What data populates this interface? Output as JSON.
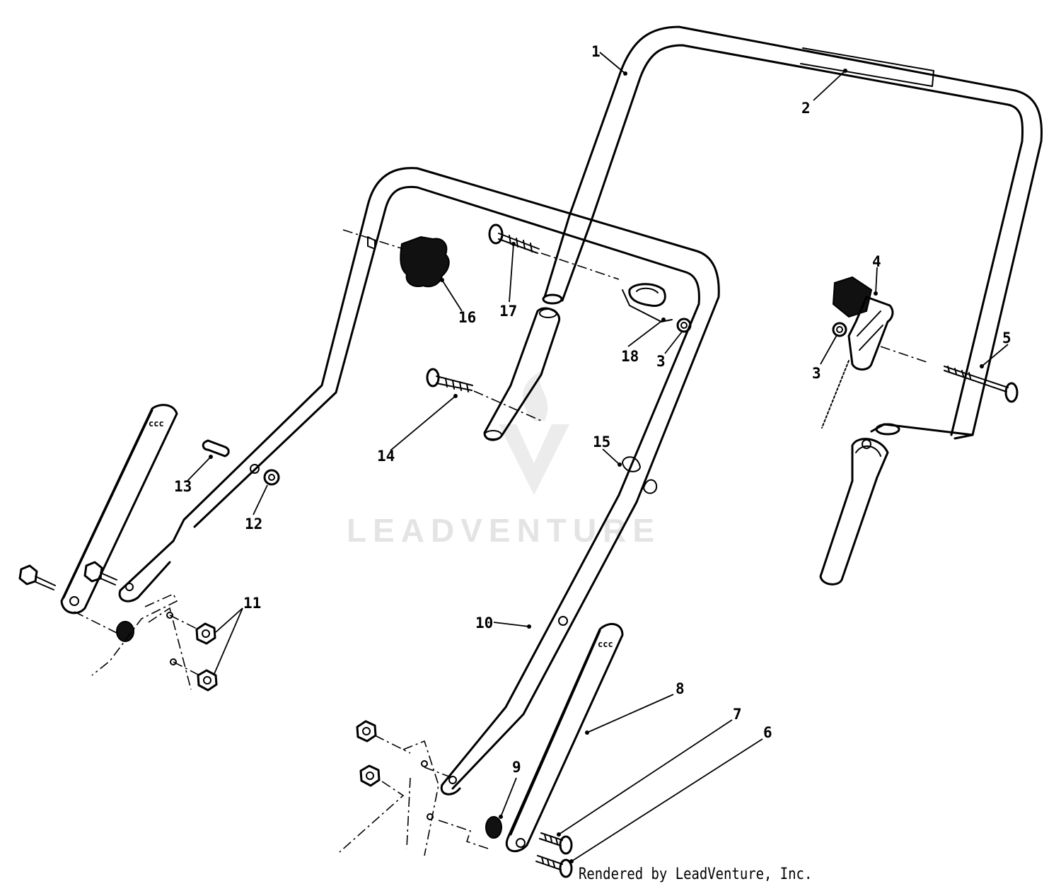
{
  "watermark": {
    "text": "LEADVENTURE"
  },
  "footer": {
    "credit": "Rendered by LeadVenture, Inc."
  },
  "callouts": [
    {
      "id": "c1",
      "label": "1"
    },
    {
      "id": "c2",
      "label": "2"
    },
    {
      "id": "c3a",
      "label": "3"
    },
    {
      "id": "c3b",
      "label": "3"
    },
    {
      "id": "c4",
      "label": "4"
    },
    {
      "id": "c5",
      "label": "5"
    },
    {
      "id": "c6",
      "label": "6"
    },
    {
      "id": "c7",
      "label": "7"
    },
    {
      "id": "c8",
      "label": "8"
    },
    {
      "id": "c9",
      "label": "9"
    },
    {
      "id": "c10",
      "label": "10"
    },
    {
      "id": "c11",
      "label": "11"
    },
    {
      "id": "c12",
      "label": "12"
    },
    {
      "id": "c13",
      "label": "13"
    },
    {
      "id": "c14",
      "label": "14"
    },
    {
      "id": "c15",
      "label": "15"
    },
    {
      "id": "c16",
      "label": "16"
    },
    {
      "id": "c17",
      "label": "17"
    },
    {
      "id": "c18",
      "label": "18"
    }
  ]
}
